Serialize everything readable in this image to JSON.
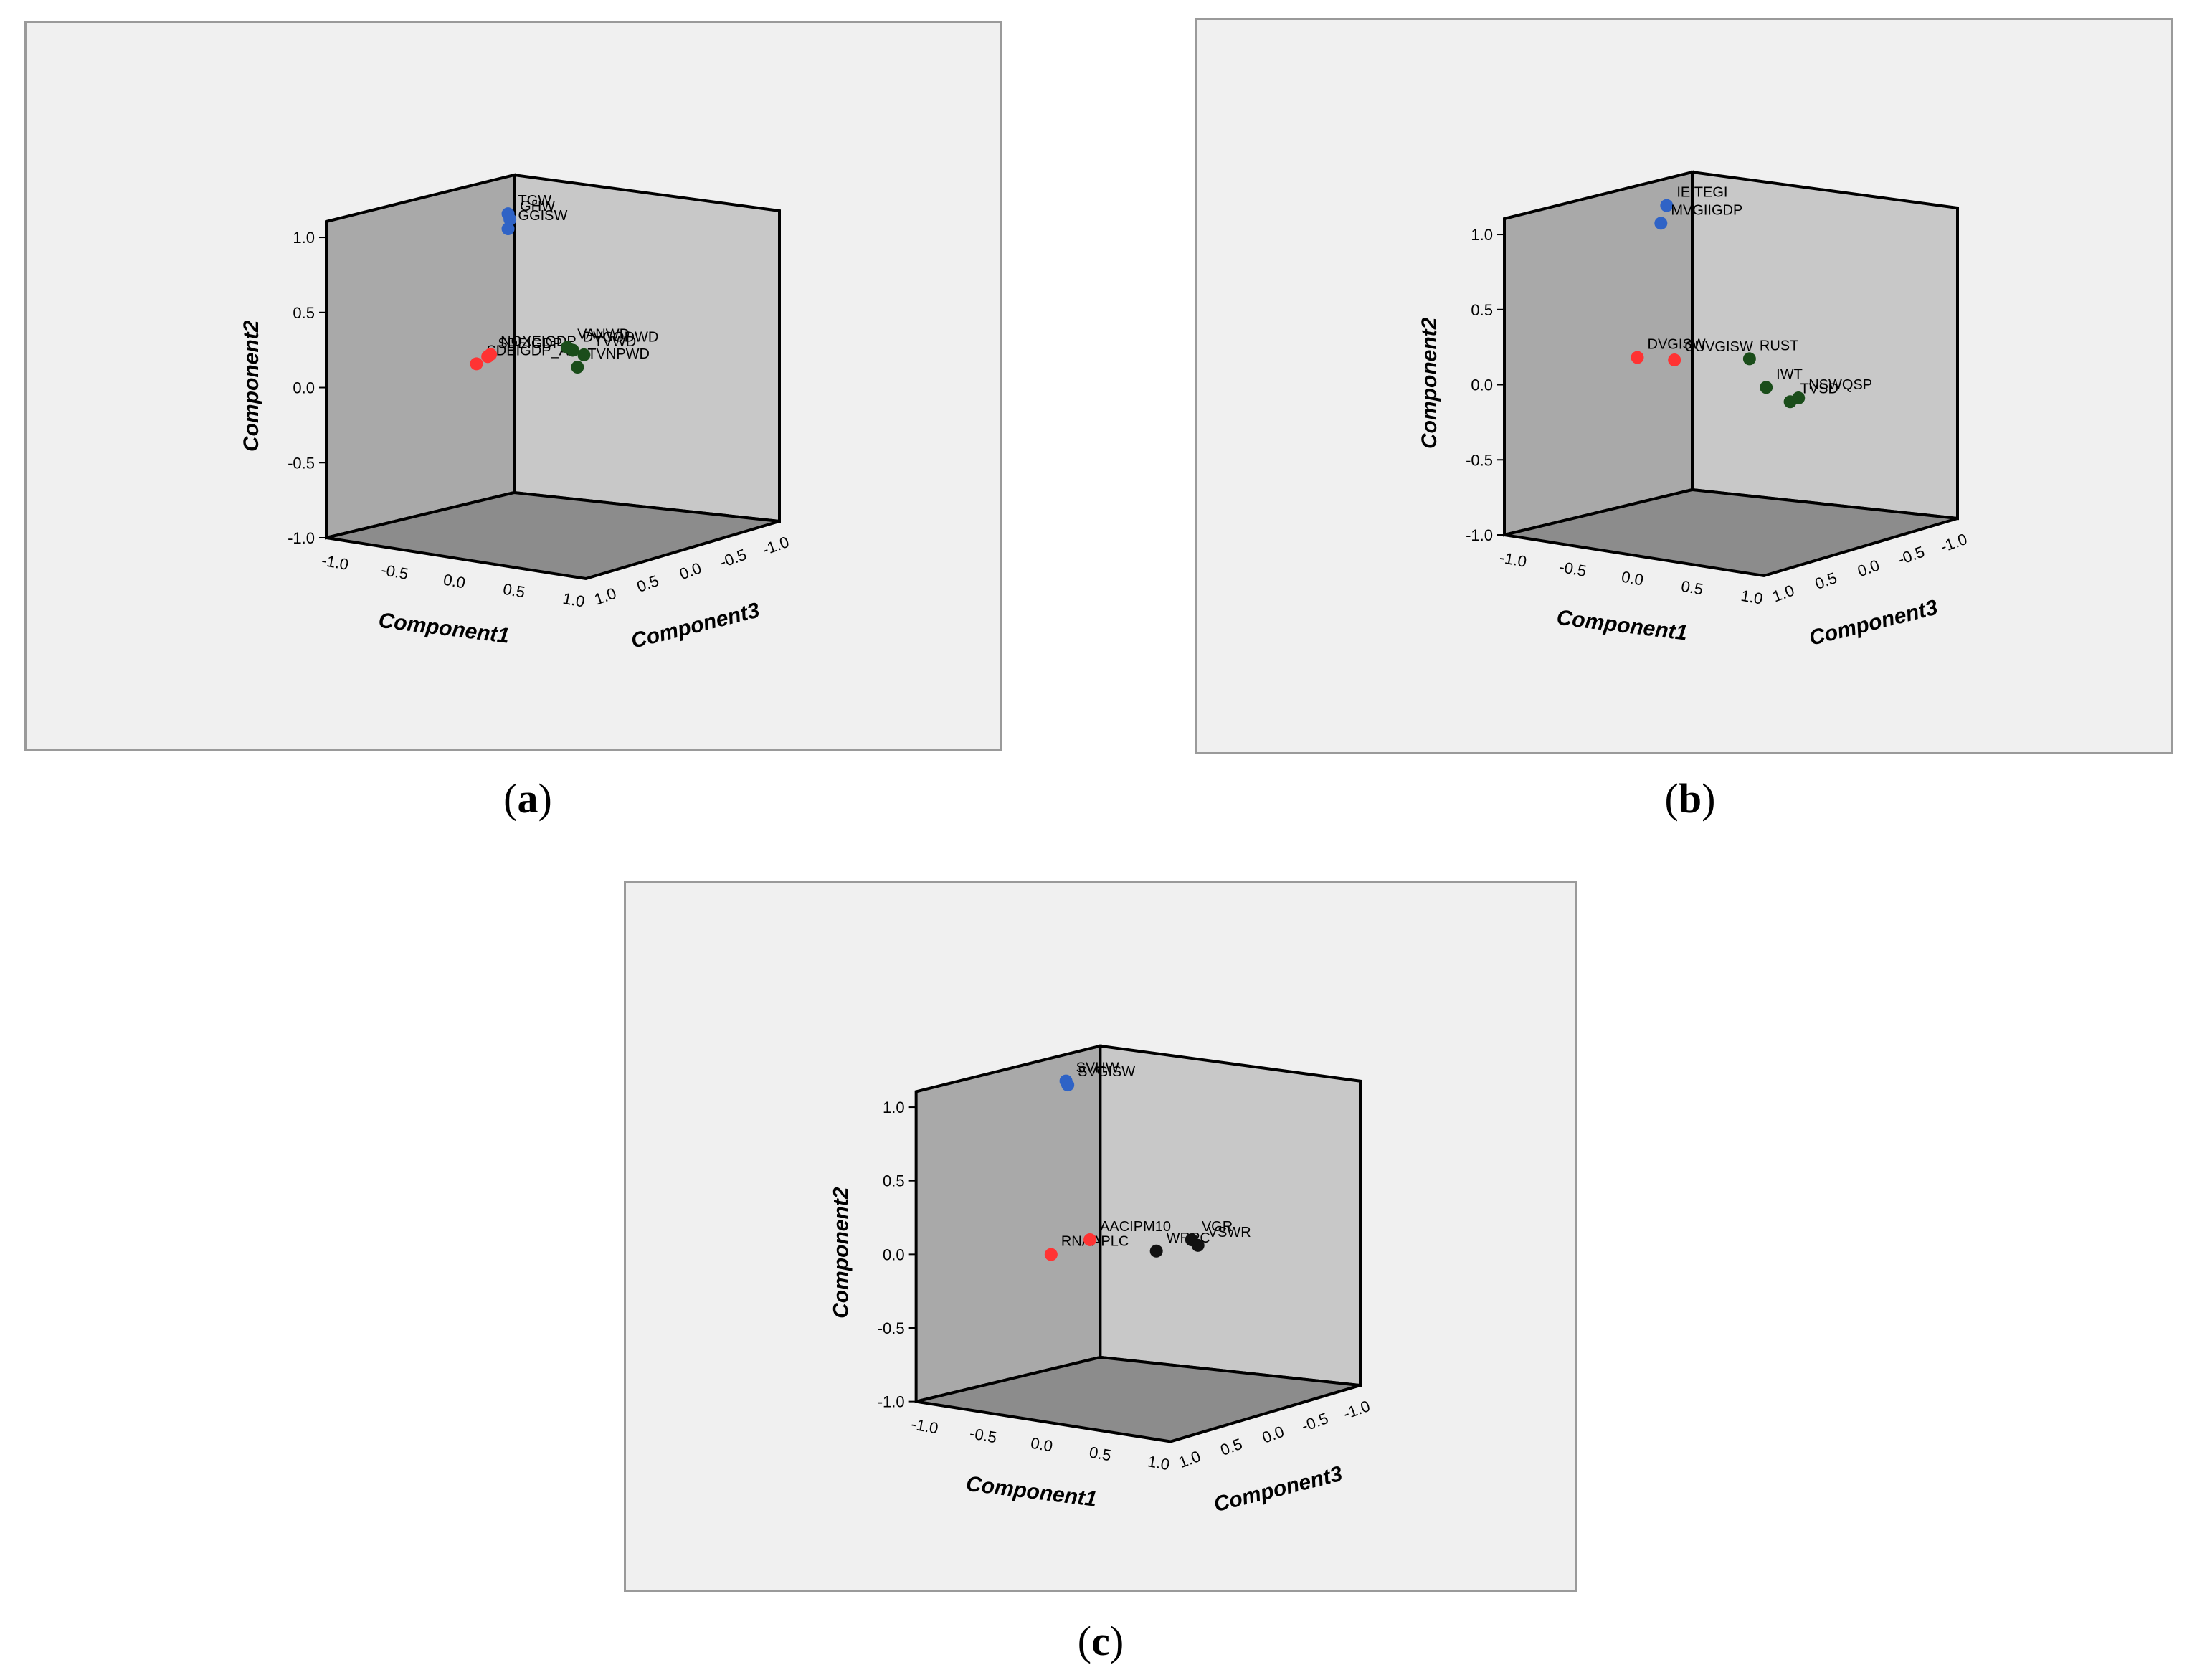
{
  "panels": [
    {
      "caption_letter": "a",
      "chart_data": {
        "type": "scatter",
        "projection": "3d",
        "xlabel": "Component1",
        "ylabel": "Component2",
        "zlabel": "Component3",
        "xlim": [
          -1.0,
          1.0
        ],
        "ylim": [
          -1.0,
          1.0
        ],
        "zlim": [
          -1.0,
          1.0
        ],
        "x_ticks": [
          "-1.0",
          "-0.5",
          "0.0",
          "0.5",
          "1.0"
        ],
        "y_ticks": [
          "-1.0",
          "-0.5",
          "0.0",
          "0.5",
          "1.0"
        ],
        "z_ticks": [
          "1.0",
          "0.5",
          "0.0",
          "-0.5",
          "-1.0"
        ],
        "points": [
          {
            "label": "TGW",
            "x": 0.78,
            "y": 0.9,
            "z": 0.8,
            "color": "#2f63c6"
          },
          {
            "label": "GHW",
            "x": 0.8,
            "y": 0.86,
            "z": 0.8,
            "color": "#2f63c6"
          },
          {
            "label": "GGISW",
            "x": 0.78,
            "y": 0.8,
            "z": 0.8,
            "color": "#2f63c6"
          },
          {
            "label": "SDEIGDP_A",
            "x": -0.1,
            "y": 0.07,
            "z": 0.1,
            "color": "#ff3333"
          },
          {
            "label": "SDEIGDP",
            "x": 0.02,
            "y": 0.1,
            "z": 0.1,
            "color": "#ff3333"
          },
          {
            "label": "NOXEIGDP",
            "x": 0.05,
            "y": 0.11,
            "z": 0.1,
            "color": "#ff3333"
          },
          {
            "label": "VANWD",
            "x": 0.75,
            "y": 0.06,
            "z": -0.05,
            "color": "#1a4d1a"
          },
          {
            "label": "TVWD",
            "x": 0.85,
            "y": 0.0,
            "z": -0.15,
            "color": "#1a4d1a"
          },
          {
            "label": "DVCODWD",
            "x": 0.77,
            "y": 0.04,
            "z": -0.1,
            "color": "#1a4d1a"
          },
          {
            "label": "TVNPWD",
            "x": 0.82,
            "y": -0.08,
            "z": -0.1,
            "color": "#1a4d1a"
          }
        ]
      }
    },
    {
      "caption_letter": "b",
      "chart_data": {
        "type": "scatter",
        "projection": "3d",
        "xlabel": "Component1",
        "ylabel": "Component2",
        "zlabel": "Component3",
        "xlim": [
          -1.0,
          1.0
        ],
        "ylim": [
          -1.0,
          1.0
        ],
        "zlim": [
          -1.0,
          1.0
        ],
        "x_ticks": [
          "-1.0",
          "-0.5",
          "0.0",
          "0.5",
          "1.0"
        ],
        "y_ticks": [
          "-1.0",
          "-0.5",
          "0.0",
          "0.5",
          "1.0"
        ],
        "z_ticks": [
          "1.0",
          "0.5",
          "0.0",
          "-0.5",
          "-1.0"
        ],
        "points": [
          {
            "label": "IEITEGI",
            "x": 0.65,
            "y": 0.95,
            "z": 0.9,
            "color": "#2f63c6"
          },
          {
            "label": "MVGIIGDP",
            "x": 0.55,
            "y": 0.85,
            "z": 0.85,
            "color": "#2f63c6"
          },
          {
            "label": "DVGISW",
            "x": -0.05,
            "y": 0.07,
            "z": 0.4,
            "color": "#ff3333"
          },
          {
            "label": "CUVGISW",
            "x": 0.5,
            "y": -0.04,
            "z": 0.6,
            "color": "#ff3333"
          },
          {
            "label": "RUST",
            "x": 0.6,
            "y": 0.0,
            "z": -0.3,
            "color": "#1a4d1a"
          },
          {
            "label": "IWT",
            "x": 0.7,
            "y": -0.2,
            "z": -0.4,
            "color": "#1a4d1a"
          },
          {
            "label": "TVSD",
            "x": 0.8,
            "y": -0.3,
            "z": -0.6,
            "color": "#1a4d1a"
          },
          {
            "label": "NSWQSP",
            "x": 0.85,
            "y": -0.28,
            "z": -0.65,
            "color": "#1a4d1a"
          }
        ]
      }
    },
    {
      "caption_letter": "c",
      "chart_data": {
        "type": "scatter",
        "projection": "3d",
        "xlabel": "Component1",
        "ylabel": "Component2",
        "zlabel": "Component3",
        "xlim": [
          -1.0,
          1.0
        ],
        "ylim": [
          -1.0,
          1.0
        ],
        "zlim": [
          -1.0,
          1.0
        ],
        "x_ticks": [
          "-1.0",
          "-0.5",
          "0.0",
          "0.5",
          "1.0"
        ],
        "y_ticks": [
          "-1.0",
          "-0.5",
          "0.0",
          "0.5",
          "1.0"
        ],
        "z_ticks": [
          "1.0",
          "0.5",
          "0.0",
          "-0.5",
          "-1.0"
        ],
        "points": [
          {
            "label": "SVHW",
            "x": 0.55,
            "y": 0.95,
            "z": 0.9,
            "color": "#2f63c6"
          },
          {
            "label": "SVGISW",
            "x": 0.57,
            "y": 0.92,
            "z": 0.9,
            "color": "#2f63c6"
          },
          {
            "label": "RNAAPLC",
            "x": 0.0,
            "y": -0.12,
            "z": 0.4,
            "color": "#ff3333"
          },
          {
            "label": "AACIPM10",
            "x": 0.5,
            "y": -0.1,
            "z": 0.5,
            "color": "#ff3333"
          },
          {
            "label": "WRPC",
            "x": 0.6,
            "y": -0.15,
            "z": -0.3,
            "color": "#111111"
          },
          {
            "label": "VGR",
            "x": 0.75,
            "y": -0.08,
            "z": -0.6,
            "color": "#111111"
          },
          {
            "label": "VSWR",
            "x": 0.78,
            "y": -0.12,
            "z": -0.65,
            "color": "#111111"
          }
        ]
      }
    }
  ]
}
